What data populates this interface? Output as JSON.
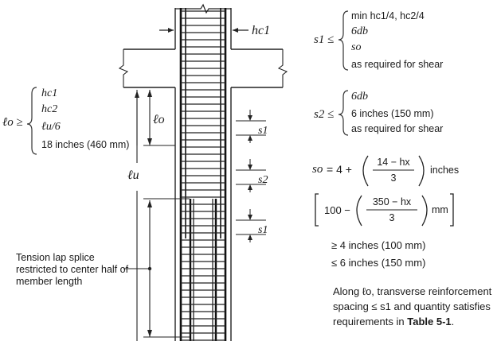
{
  "labels": {
    "hc1_dim": "hc1",
    "lo": "ℓo",
    "lu": "ℓu",
    "s1_top": "s1",
    "s2": "s2",
    "s1_bottom": "s1",
    "splice_note": [
      "Tension lap splice",
      "restricted to center half of",
      "member length"
    ]
  },
  "lo_rule": {
    "lhs": "ℓo ≥",
    "items": [
      "hc1",
      "hc2",
      "ℓu/6",
      "18 inches (460 mm)"
    ]
  },
  "s1_rule": {
    "lhs": "s1 ≤",
    "items": [
      "min hc1/4, hc2/4",
      "6db",
      "so",
      "as required for shear"
    ]
  },
  "s2_rule": {
    "lhs": "s2 ≤",
    "items": [
      "6db",
      "6 inches (150 mm)",
      "as required for shear"
    ]
  },
  "so_eq": {
    "lhs": "so",
    "eq": "= 4 +",
    "num": "14 − hx",
    "den": "3",
    "unit1": "inches",
    "alt_prefix": "100 −",
    "alt_num": "350 − hx",
    "alt_den": "3",
    "unit2": "mm"
  },
  "limits": [
    "≥ 4 inches (100 mm)",
    "≤ 6 inches (150 mm)"
  ],
  "along_note": {
    "line1": "Along ℓo, transverse reinforcement",
    "line2": "spacing ≤ s1 and quantity satisfies",
    "line3_pre": "requirements in",
    "line3_bold": "Table 5-1",
    "line3_post": "."
  }
}
